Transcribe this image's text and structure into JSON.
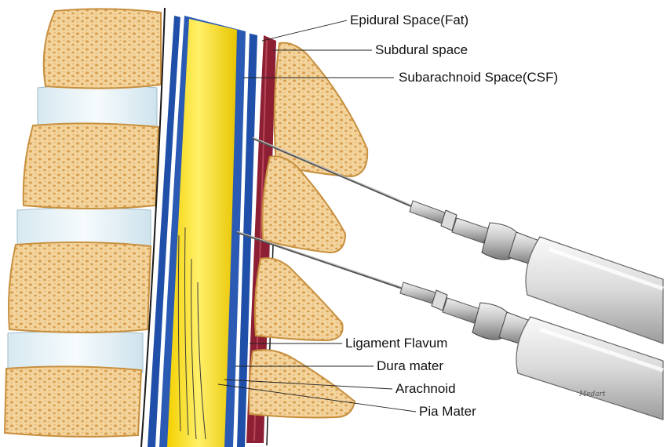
{
  "labels": {
    "epidural_space": "Epidural Space(Fat)",
    "subdural_space": "Subdural space",
    "subarachnoid_space": "Subarachnoid Space(CSF)",
    "ligament_flavum": "Ligament Flavum",
    "dura_mater": "Dura mater",
    "arachnoid": "Arachnoid",
    "pia_mater": "Pia Mater"
  },
  "signature": "Medart",
  "colors": {
    "bone": "#f1cf92",
    "bone_pore": "#d89c4c",
    "disc": "#e4f0f4",
    "spinal_cord": "#f6d700",
    "dura_blue": "#1f4fa8",
    "ligament_red": "#8c1f33",
    "needle_metal": "#b9b9b9"
  }
}
